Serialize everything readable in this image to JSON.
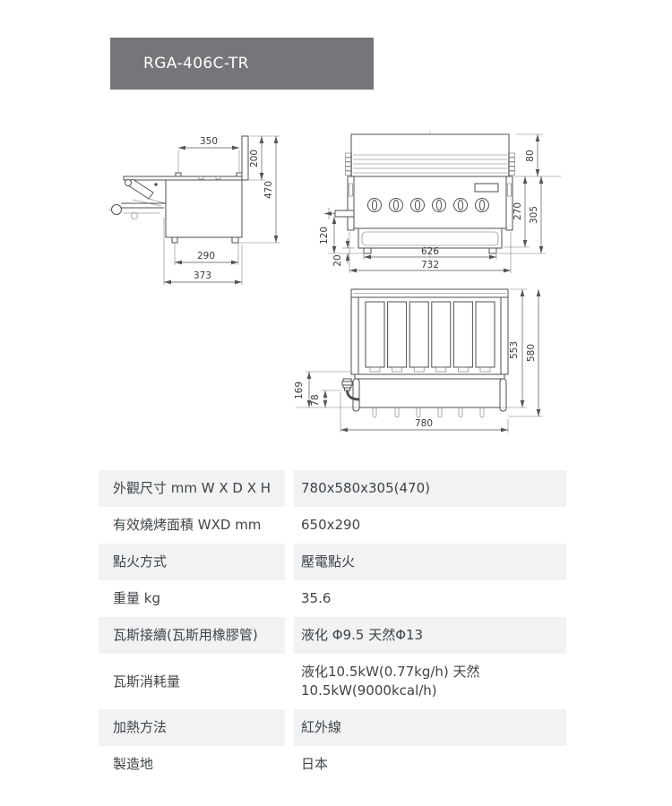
{
  "title": "RGA-406C-TR",
  "drawings": {
    "side_view": {
      "top_width": "350",
      "back_height": "200",
      "total_height": "470",
      "leg_span": "290",
      "total_depth": "373"
    },
    "front_view": {
      "grill_height": "80",
      "body_height": "270",
      "total_height": "305",
      "gas_inlet_height": "120",
      "foot_height": "20",
      "inner_width": "626",
      "total_width": "732"
    },
    "top_view": {
      "inner_depth": "553",
      "total_depth": "580",
      "gas_pipe_offset": "169",
      "gas_pipe_inset": "78",
      "total_width": "780"
    }
  },
  "spec_table": {
    "rows": [
      {
        "label": "外觀尺寸 mm W X D X H",
        "value": "780x580x305(470)"
      },
      {
        "label": "有效燒烤面積 WXD mm",
        "value": "650x290"
      },
      {
        "label": "點火方式",
        "value": "壓電點火"
      },
      {
        "label": "重量 kg",
        "value": "35.6"
      },
      {
        "label": "瓦斯接續(瓦斯用橡膠管)",
        "value": "液化 Φ9.5 天然Φ13"
      },
      {
        "label": "瓦斯消耗量",
        "value": "液化10.5kW(0.77kg/h) 天然\n10.5kW(9000kcal/h)"
      },
      {
        "label": "加熱方法",
        "value": "紅外線"
      },
      {
        "label": "製造地",
        "value": "日本"
      }
    ]
  },
  "colors": {
    "title_bg": "#76767a",
    "row_alt_bg": "#f1f2f3",
    "table_text": "#3f4448",
    "line": "#4f4f4f"
  }
}
